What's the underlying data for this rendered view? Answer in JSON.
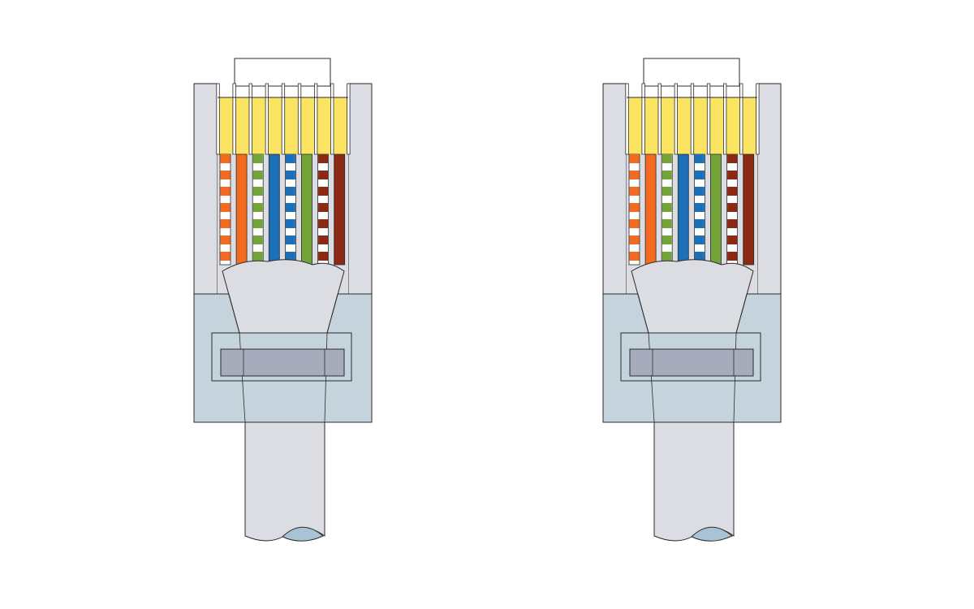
{
  "connectors": [
    {
      "id": "left",
      "pins": [
        {
          "color": "white-orange",
          "base": "#ffffff",
          "stripe": "#f26b21"
        },
        {
          "color": "orange",
          "base": "#f26b21",
          "stripe": null
        },
        {
          "color": "white-green",
          "base": "#ffffff",
          "stripe": "#73a43a"
        },
        {
          "color": "blue",
          "base": "#1c70b8",
          "stripe": null
        },
        {
          "color": "white-blue",
          "base": "#ffffff",
          "stripe": "#1c70b8"
        },
        {
          "color": "green",
          "base": "#73a43a",
          "stripe": null
        },
        {
          "color": "white-brown",
          "base": "#ffffff",
          "stripe": "#8b2a14"
        },
        {
          "color": "brown",
          "base": "#8b2a14",
          "stripe": null
        }
      ]
    },
    {
      "id": "right",
      "pins": [
        {
          "color": "white-orange",
          "base": "#ffffff",
          "stripe": "#f26b21"
        },
        {
          "color": "orange",
          "base": "#f26b21",
          "stripe": null
        },
        {
          "color": "white-green",
          "base": "#ffffff",
          "stripe": "#73a43a"
        },
        {
          "color": "blue",
          "base": "#1c70b8",
          "stripe": null
        },
        {
          "color": "white-blue",
          "base": "#ffffff",
          "stripe": "#1c70b8"
        },
        {
          "color": "green",
          "base": "#73a43a",
          "stripe": null
        },
        {
          "color": "white-brown",
          "base": "#ffffff",
          "stripe": "#8b2a14"
        },
        {
          "color": "brown",
          "base": "#8b2a14",
          "stripe": null
        }
      ]
    }
  ],
  "colors": {
    "housing": "#dcdce3",
    "housing_lower": "#c5d3dc",
    "contacts": "#fbe462",
    "latch_window": "#a7acbd",
    "cable_end": "#a9c3d5",
    "outline": "#2b2b2b"
  }
}
